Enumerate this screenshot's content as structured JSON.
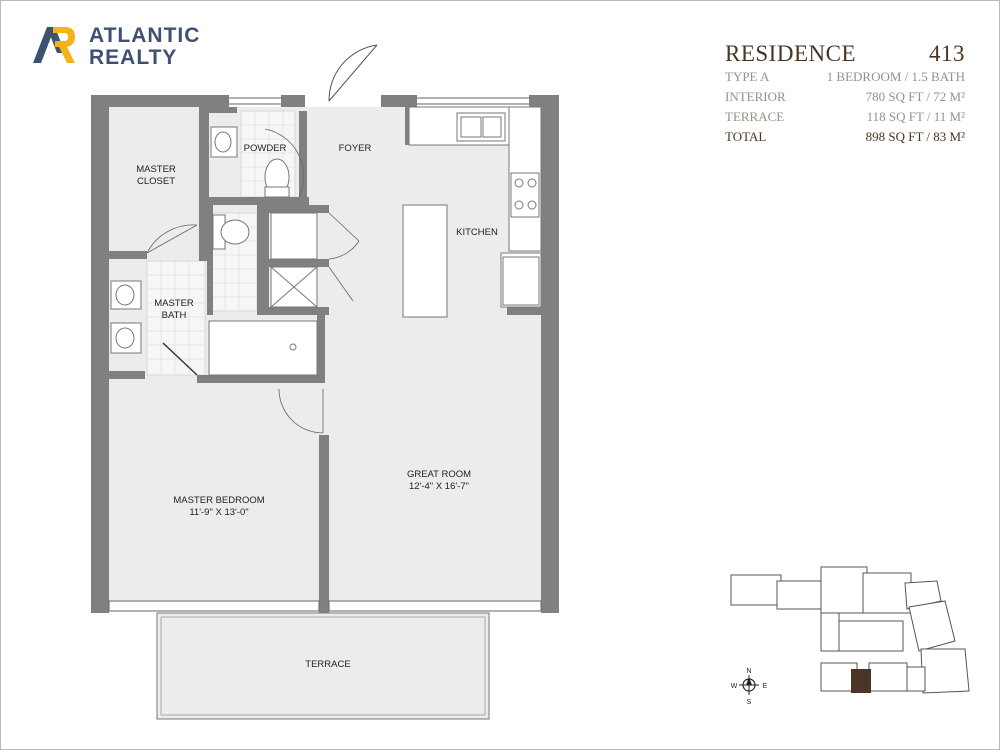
{
  "brand": {
    "line1": "ATLANTIC",
    "line2": "REALTY"
  },
  "residence": {
    "title": "RESIDENCE",
    "number": "413",
    "rows": [
      {
        "key": "TYPE A",
        "value": "1 BEDROOM / 1.5 BATH"
      },
      {
        "key": "INTERIOR",
        "value": "780 SQ FT / 72 M²"
      },
      {
        "key": "TERRACE",
        "value": "118 SQ FT / 11 M²"
      },
      {
        "key": "TOTAL",
        "value": "898 SQ FT / 83 M²"
      }
    ]
  },
  "rooms": {
    "master_closet": {
      "line1": "MASTER",
      "line2": "CLOSET"
    },
    "powder": "POWDER",
    "foyer": "FOYER",
    "kitchen": "KITCHEN",
    "master_bath": {
      "line1": "MASTER",
      "line2": "BATH"
    },
    "great_room": {
      "name": "GREAT ROOM",
      "dims": "12'-4\" X 16'-7\""
    },
    "master_bedroom": {
      "name": "MASTER BEDROOM",
      "dims": "11'-9\" X 13'-0\""
    },
    "terrace": "TERRACE"
  },
  "compass": {
    "n": "N",
    "s": "S",
    "e": "E",
    "w": "W"
  },
  "colors": {
    "wall": "#808080",
    "floor": "#ececec",
    "brand_blue": "#3f5173",
    "brand_gold": "#f2b31b",
    "highlight": "#4a3527"
  }
}
